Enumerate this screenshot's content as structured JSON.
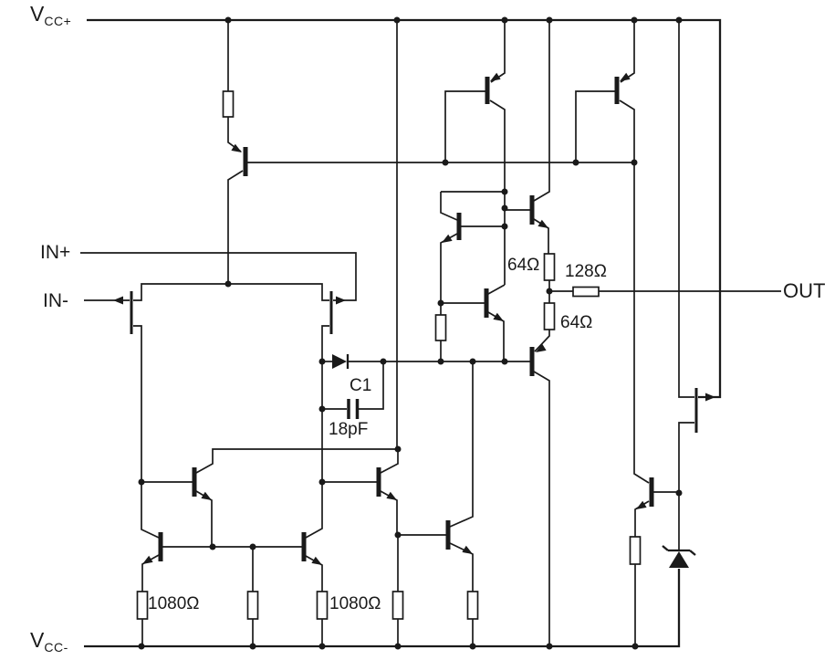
{
  "title": "Operational amplifier equivalent schematic",
  "labels": {
    "vcc_plus": {
      "main": "V",
      "sub": "CC+"
    },
    "vcc_minus": {
      "main": "V",
      "sub": "CC-"
    },
    "in_plus": "IN+",
    "in_minus": "IN-",
    "out": "OUT",
    "r64_top": "64Ω",
    "r128": "128Ω",
    "r64_bottom": "64Ω",
    "cap_name": "C1",
    "cap_value": "18pF",
    "r1080_left": "1080Ω",
    "r1080_right": "1080Ω"
  },
  "components": {
    "q1": "pnp-transistor",
    "q2": "pnp-transistor",
    "q3": "pnp-transistor",
    "q4": "npn-transistor-mirrored",
    "q5": "npn-transistor",
    "q6": "npn-transistor",
    "q7": "pnp-output-transistor",
    "q8": "npn-transistor-mirrored",
    "q9": "npn-transistor",
    "q10": "npn-transistor-mirrored",
    "q11": "npn-transistor",
    "q12": "npn-transistor",
    "q13": "npn-transistor",
    "j1": "p-jfet-input",
    "j2": "p-jfet-input",
    "j3": "jfet-bias",
    "d1": "diode",
    "d2": "zener-diode",
    "c1": "capacitor-18pF",
    "r_values_labeled": [
      "64Ω",
      "128Ω",
      "64Ω",
      "1080Ω",
      "1080Ω"
    ],
    "r_unlabeled_count": 6
  }
}
